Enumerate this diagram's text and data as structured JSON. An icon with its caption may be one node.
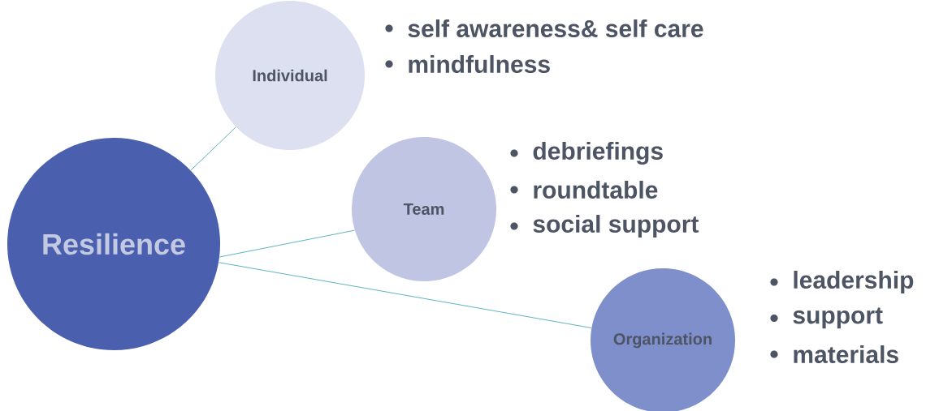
{
  "diagram": {
    "nodes": [
      {
        "text": [
          "Resilience"
        ]
      },
      {
        "text": [
          "Individual"
        ],
        "beside": [
          "self awareness& self care",
          "mindfulness"
        ]
      },
      {
        "text": [
          "Team"
        ],
        "beside": [
          "debriefings",
          "roundtable",
          "social support"
        ]
      },
      {
        "text": [
          "Organization"
        ],
        "beside": [
          "leadership",
          "support",
          "materials"
        ]
      }
    ],
    "edges": [
      {
        "from": 0,
        "to": 1,
        "arrow": "none"
      },
      {
        "from": 0,
        "to": 2,
        "arrow": "none"
      },
      {
        "from": 0,
        "to": 3,
        "arrow": "none"
      }
    ]
  }
}
